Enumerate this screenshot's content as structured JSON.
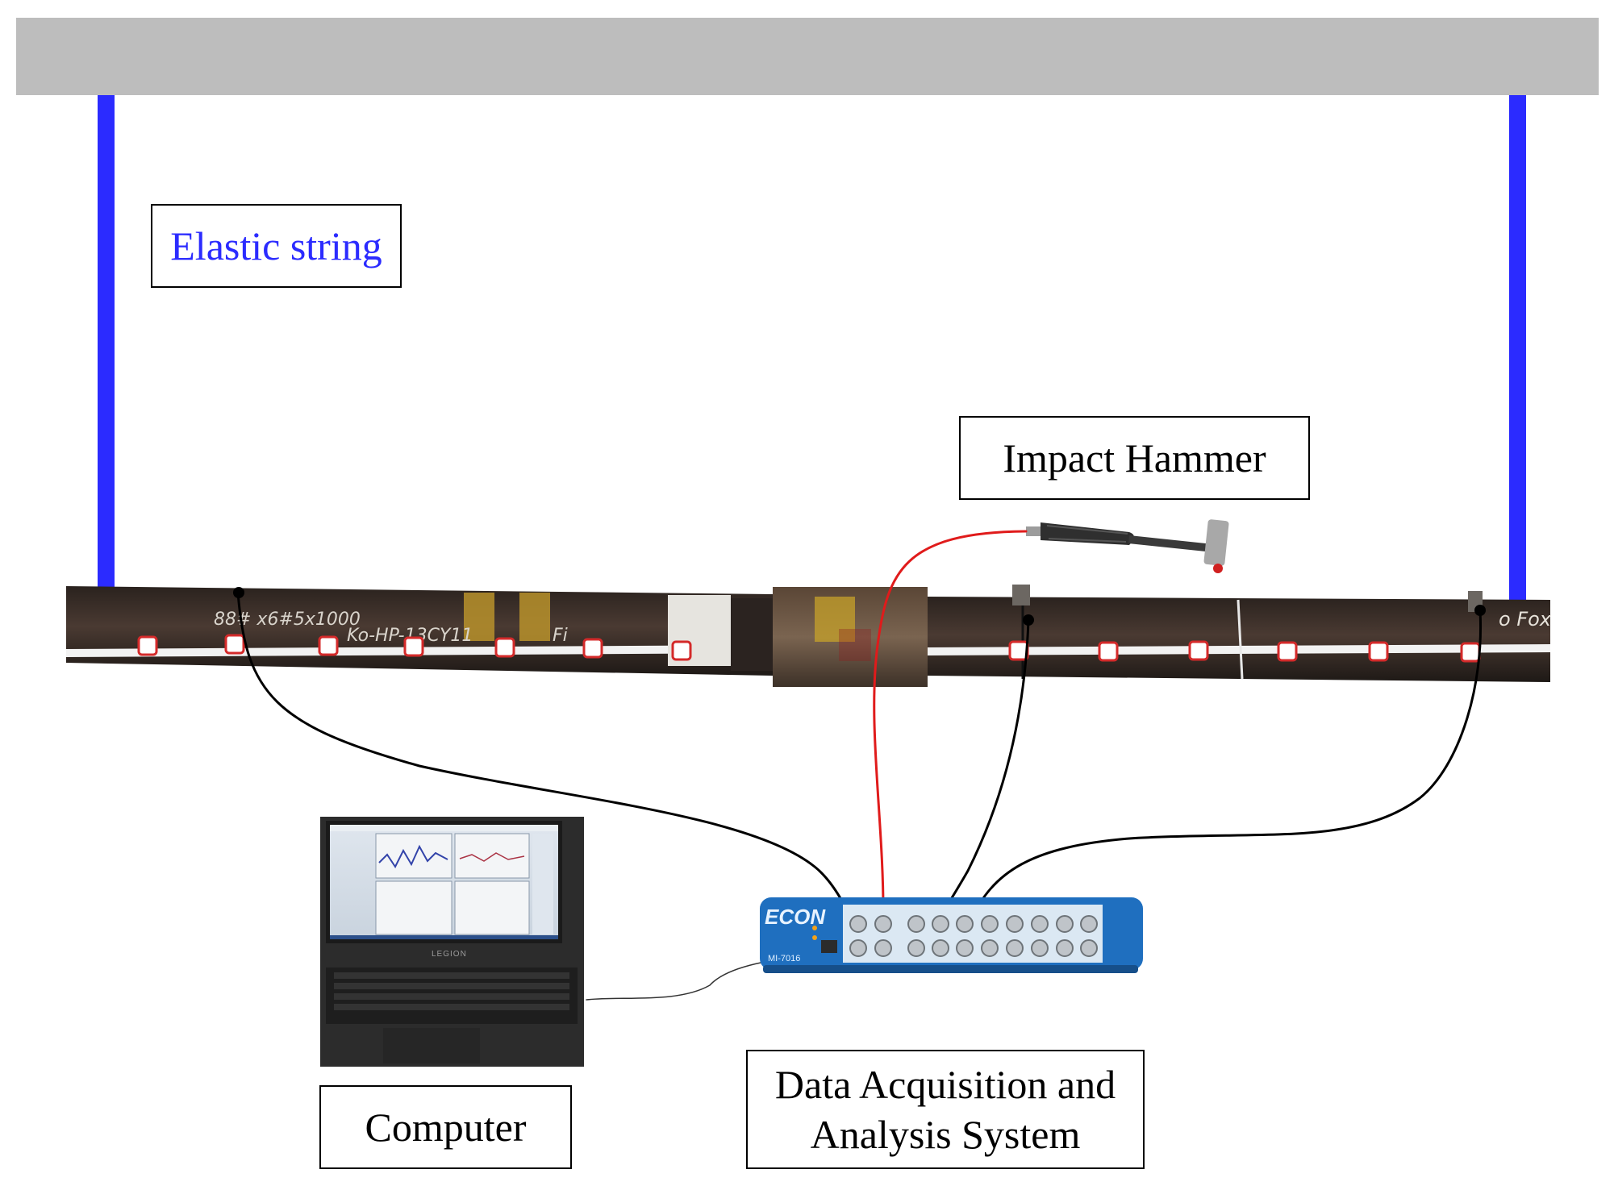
{
  "labels": {
    "elastic_string": "Elastic string",
    "impact_hammer": "Impact Hammer",
    "computer": "Computer",
    "daq_line1": "Data Acquisition and",
    "daq_line2": "Analysis System"
  },
  "device_markings": {
    "daq_brand": "ECON",
    "daq_model": "MI-7016",
    "laptop_brand": "LEGION"
  },
  "colors": {
    "ceiling": "#bdbdbd",
    "elastic_string": "#2b2bff",
    "pipe": "#3a2e28",
    "hammer_cable": "#e01b1b",
    "sensor_cable": "#000000",
    "daq_body": "#1f6fbf"
  }
}
